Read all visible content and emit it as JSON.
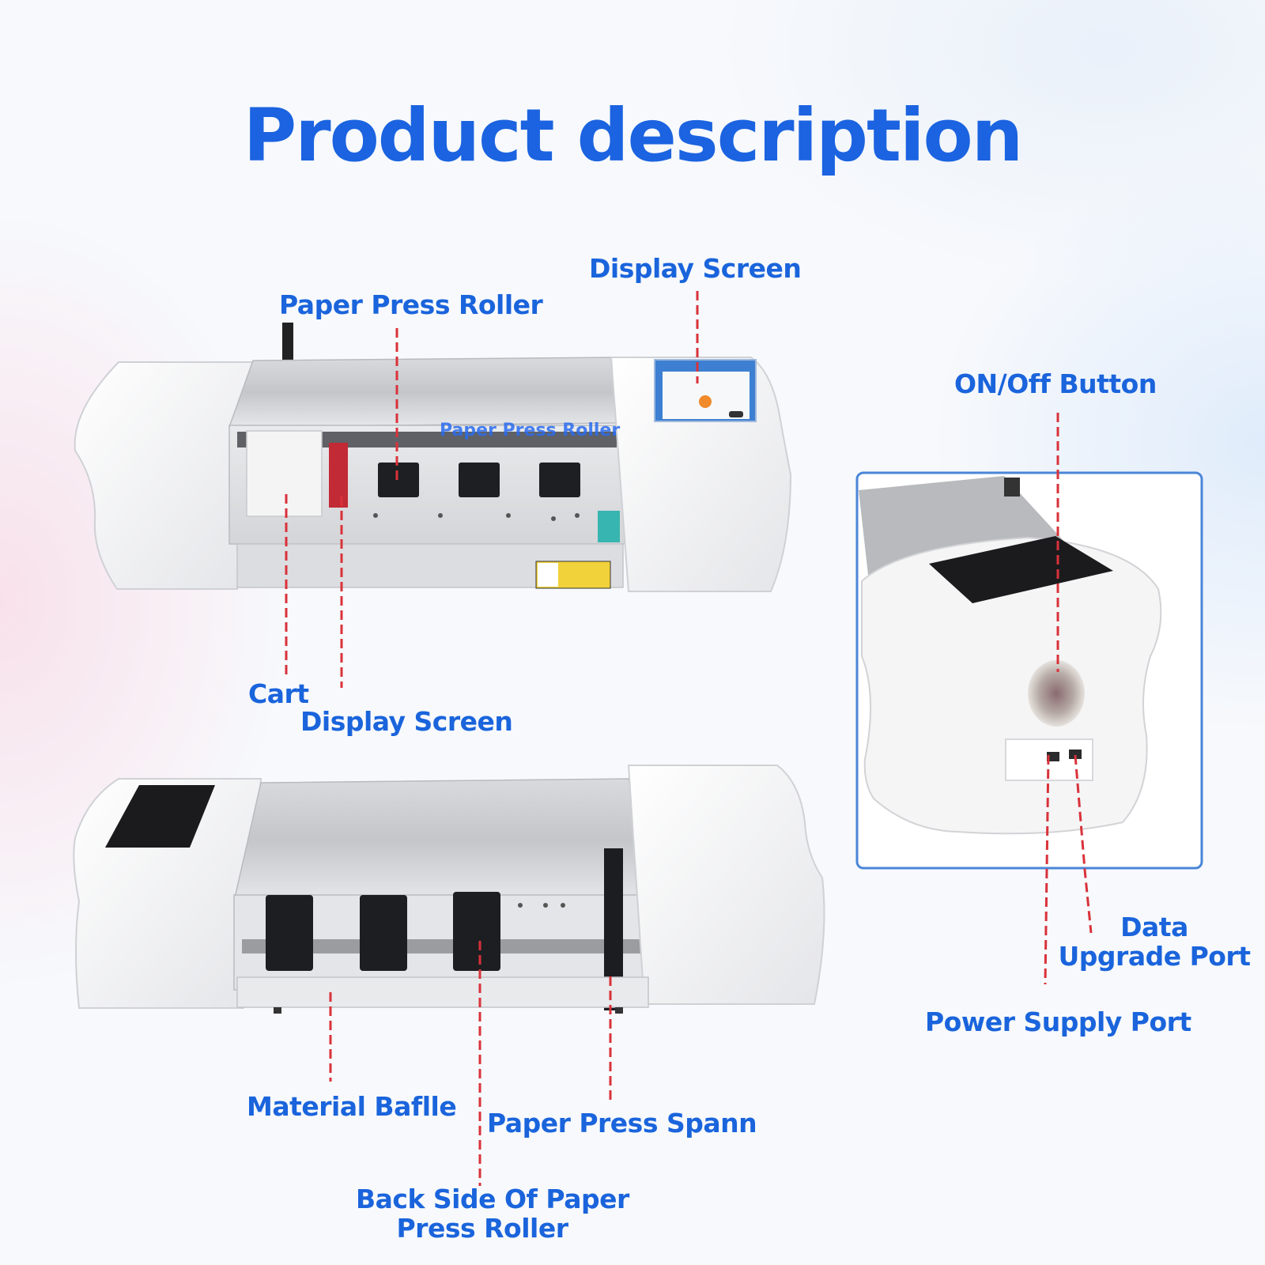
{
  "title": "Product description",
  "top_machine": {
    "labels": {
      "display_screen": "Display Screen",
      "paper_press_roller": "Paper Press Roller",
      "roller_overlay": "Paper Press Roller",
      "cart": "Cart",
      "display_screen_lower": "Display Screen"
    }
  },
  "bottom_machine": {
    "labels": {
      "material_baffle": "Material Baflle",
      "paper_press_spann": "Paper Press Spann",
      "back_side_line1": "Back Side Of Paper",
      "back_side_line2": "Press Roller"
    }
  },
  "detail_view": {
    "labels": {
      "on_off_button": "ON/Off Button",
      "data_line1": "Data",
      "data_line2": "Upgrade Port",
      "power_supply_port": "Power Supply Port"
    }
  },
  "colors": {
    "label_blue": "#1a64dc",
    "leader_red": "#d9323a",
    "frame_blue": "#4a86d8"
  }
}
